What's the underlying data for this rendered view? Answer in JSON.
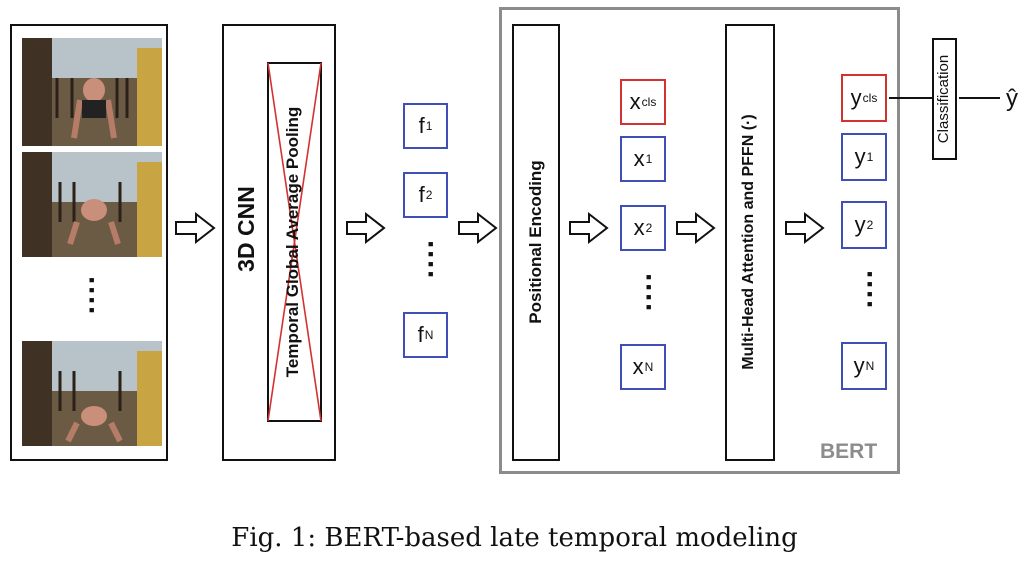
{
  "labels": {
    "cnn": "3D CNN",
    "pooling": "Temporal Global Average Pooling",
    "positional": "Positional Encoding",
    "attention": "Multi-Head Attention and PFFN (·)",
    "bert": "BERT",
    "classification": "Classification",
    "yhat": "ŷ",
    "caption": "Fig. 1: BERT-based late temporal modeling"
  },
  "features": [
    {
      "base": "f",
      "sub": "1"
    },
    {
      "base": "f",
      "sub": "2"
    },
    {
      "base": "f",
      "sub": "N"
    }
  ],
  "inputs": [
    {
      "base": "x",
      "sub": "cls"
    },
    {
      "base": "x",
      "sub": "1"
    },
    {
      "base": "x",
      "sub": "2"
    },
    {
      "base": "x",
      "sub": "N"
    }
  ],
  "outputs": [
    {
      "base": "y",
      "sub": "cls"
    },
    {
      "base": "y",
      "sub": "1"
    },
    {
      "base": "y",
      "sub": "2"
    },
    {
      "base": "y",
      "sub": "N"
    }
  ],
  "colors": {
    "token_border": "#3f4fb5",
    "cls_border": "#d33232",
    "bert_border": "#8c8c8c",
    "cross": "#d33232"
  }
}
